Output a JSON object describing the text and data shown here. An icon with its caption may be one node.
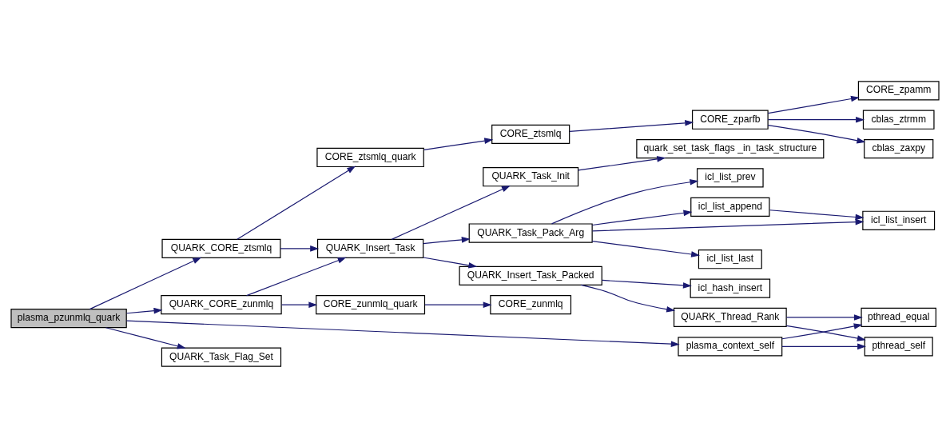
{
  "diagram": {
    "nodes": [
      {
        "text": [
          "plasma_pzunmlq_quark"
        ]
      },
      {
        "text": [
          "QUARK_CORE_ztsmlq"
        ]
      },
      {
        "text": [
          "QUARK_CORE_zunmlq"
        ]
      },
      {
        "text": [
          "QUARK_Task_Flag_Set"
        ]
      },
      {
        "text": [
          "CORE_ztsmlq_quark"
        ]
      },
      {
        "text": [
          "QUARK_Insert_Task"
        ]
      },
      {
        "text": [
          "CORE_zunmlq_quark"
        ]
      },
      {
        "text": [
          "plasma_context_self"
        ]
      },
      {
        "text": [
          "CORE_ztsmlq"
        ]
      },
      {
        "text": [
          "QUARK_Task_Init"
        ]
      },
      {
        "text": [
          "QUARK_Task_Pack_Arg"
        ]
      },
      {
        "text": [
          "QUARK_Insert_Task_Packed"
        ]
      },
      {
        "text": [
          "CORE_zunmlq"
        ]
      },
      {
        "text": [
          "CORE_zparfb"
        ]
      },
      {
        "text": [
          "quark_set_task_flags _in_task_structure"
        ]
      },
      {
        "text": [
          "icl_list_last"
        ]
      },
      {
        "text": [
          "icl_list_prev"
        ]
      },
      {
        "text": [
          "icl_list_append"
        ]
      },
      {
        "text": [
          "icl_list_insert"
        ]
      },
      {
        "text": [
          "icl_hash_insert"
        ]
      },
      {
        "text": [
          "QUARK_Thread_Rank"
        ]
      },
      {
        "text": [
          "pthread_equal"
        ]
      },
      {
        "text": [
          "pthread_self"
        ]
      },
      {
        "text": [
          "CORE_zpamm"
        ]
      },
      {
        "text": [
          "cblas_ztrmm"
        ]
      },
      {
        "text": [
          "cblas_zaxpy"
        ]
      }
    ],
    "edges": [
      {
        "from": 0,
        "to": 1,
        "arrow": "to"
      },
      {
        "from": 0,
        "to": 2,
        "arrow": "to"
      },
      {
        "from": 0,
        "to": 7,
        "arrow": "to"
      },
      {
        "from": 0,
        "to": 3,
        "arrow": "to"
      },
      {
        "from": 1,
        "to": 4,
        "arrow": "to"
      },
      {
        "from": 1,
        "to": 5,
        "arrow": "to"
      },
      {
        "from": 2,
        "to": 5,
        "arrow": "to"
      },
      {
        "from": 2,
        "to": 6,
        "arrow": "to"
      },
      {
        "from": 4,
        "to": 8,
        "arrow": "to"
      },
      {
        "from": 8,
        "to": 13,
        "arrow": "to"
      },
      {
        "from": 13,
        "to": 23,
        "arrow": "to"
      },
      {
        "from": 13,
        "to": 24,
        "arrow": "to"
      },
      {
        "from": 13,
        "to": 25,
        "arrow": "to"
      },
      {
        "from": 5,
        "to": 9,
        "arrow": "to"
      },
      {
        "from": 5,
        "to": 10,
        "arrow": "to"
      },
      {
        "from": 5,
        "to": 11,
        "arrow": "to"
      },
      {
        "from": 9,
        "to": 14,
        "arrow": "to"
      },
      {
        "from": 10,
        "to": 15,
        "arrow": "to"
      },
      {
        "from": 10,
        "to": 16,
        "arrow": "to"
      },
      {
        "from": 10,
        "to": 17,
        "arrow": "to"
      },
      {
        "from": 10,
        "to": 18,
        "arrow": "to"
      },
      {
        "from": 17,
        "to": 18,
        "arrow": "to"
      },
      {
        "from": 11,
        "to": 19,
        "arrow": "to"
      },
      {
        "from": 11,
        "to": 20,
        "arrow": "to"
      },
      {
        "from": 20,
        "to": 21,
        "arrow": "to"
      },
      {
        "from": 20,
        "to": 22,
        "arrow": "to"
      },
      {
        "from": 6,
        "to": 12,
        "arrow": "to"
      },
      {
        "from": 7,
        "to": 21,
        "arrow": "to"
      },
      {
        "from": 7,
        "to": 22,
        "arrow": "to"
      }
    ]
  }
}
